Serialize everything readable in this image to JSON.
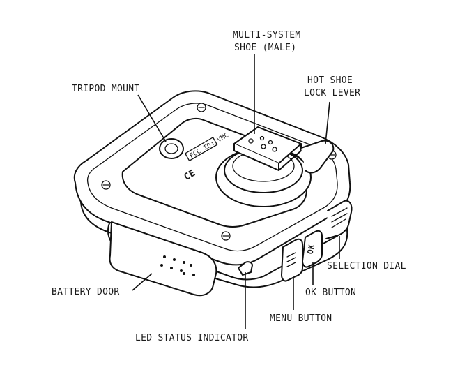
{
  "labels": {
    "shoe_line1": "MULTI-SYSTEM",
    "shoe_line2": "SHOE (MALE)",
    "tripod": "TRIPOD MOUNT",
    "hotshoe_line1": "HOT SHOE",
    "hotshoe_line2": "LOCK LEVER",
    "dial": "SELECTION DIAL",
    "battery": "BATTERY DOOR",
    "ok": "OK BUTTON",
    "menu": "MENU BUTTON",
    "led": "LED STATUS INDICATOR"
  },
  "device_marks": {
    "ok_key": "OK",
    "fcc": "FCC ID: VMC",
    "ce": "CE"
  }
}
